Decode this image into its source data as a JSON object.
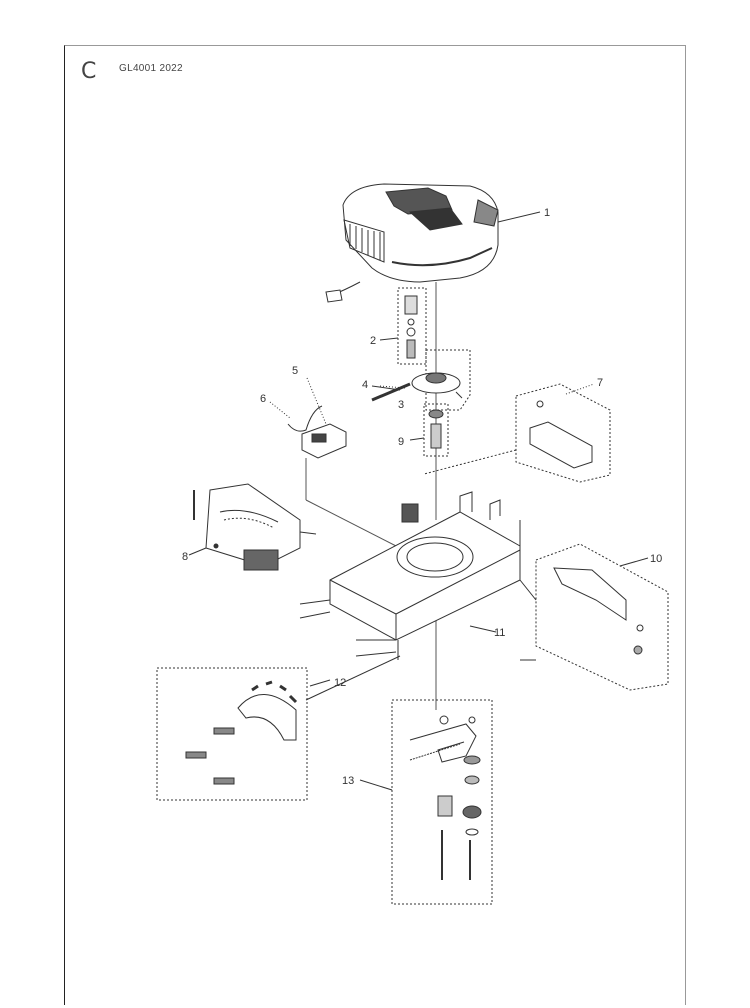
{
  "header": {
    "section_letter": "C",
    "model_code": "GL4001 2022"
  },
  "callouts": [
    "1",
    "2",
    "3",
    "4",
    "5",
    "6",
    "7",
    "8",
    "9",
    "10",
    "11",
    "12",
    "13"
  ]
}
